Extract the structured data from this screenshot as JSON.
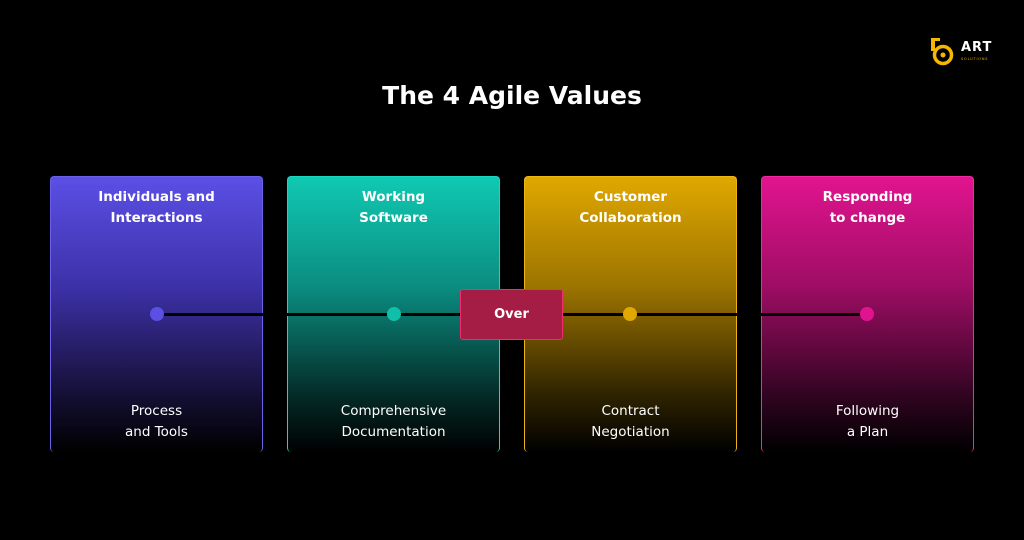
{
  "logo": {
    "word": "ART",
    "sub": "SOLUTIONS",
    "accent": "#f5b800"
  },
  "title": "The 4 Agile Values",
  "connector": "Over",
  "values": [
    {
      "top": "Individuals and\nInteractions",
      "bottom": "Process\nand Tools",
      "color": "#5b4fe6"
    },
    {
      "top": "Working\nSoftware",
      "bottom": "Comprehensive\nDocumentation",
      "color": "#10bfa9"
    },
    {
      "top": "Customer\nCollaboration",
      "bottom": "Contract\nNegotiation",
      "color": "#e0a800"
    },
    {
      "top": "Responding\nto change",
      "bottom": "Following\na Plan",
      "color": "#e1148f"
    }
  ]
}
